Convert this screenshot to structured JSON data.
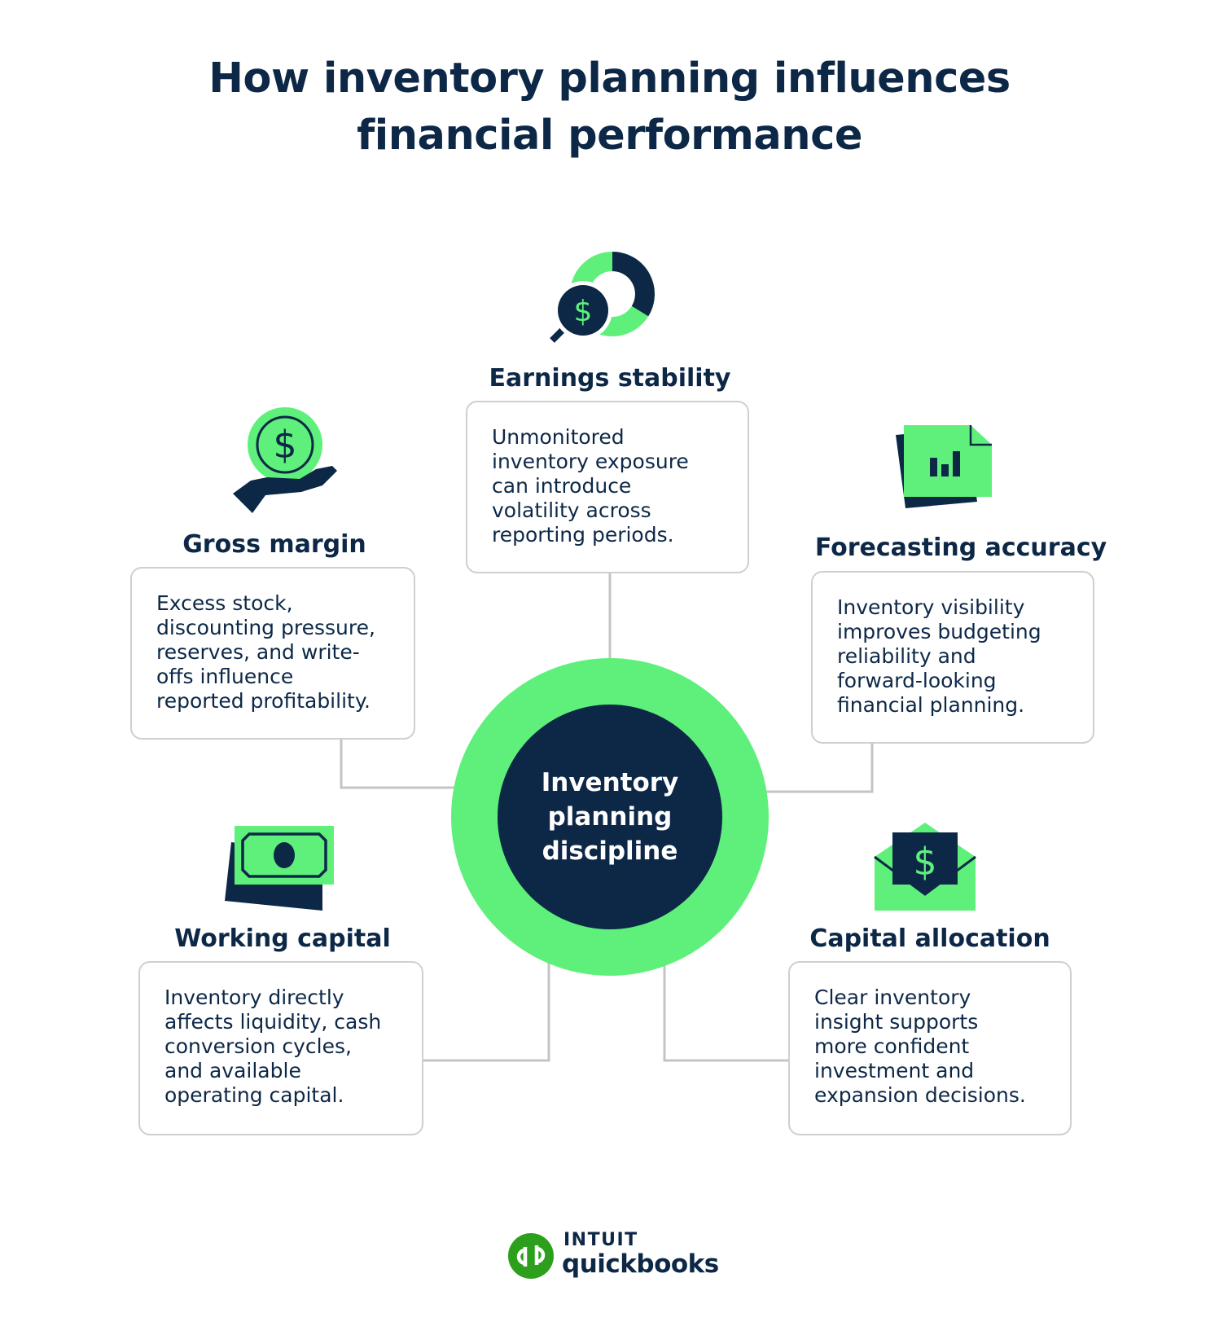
{
  "title": {
    "line1": "How inventory planning influences",
    "line2": "financial performance"
  },
  "hub": {
    "label": "Inventory\nplanning\ndiscipline"
  },
  "nodes": [
    {
      "id": "earnings-stability",
      "icon": "dollar-magnifier-donut-chart-icon",
      "title": "Earnings stability",
      "text": "Unmonitored\ninventory exposure\ncan introduce\nvolatility across\nreporting periods."
    },
    {
      "id": "gross-margin",
      "icon": "hand-holding-coin-icon",
      "title": "Gross margin",
      "text": "Excess stock,\ndiscounting pressure,\nreserves, and write-\noffs influence\nreported profitability."
    },
    {
      "id": "forecasting-accuracy",
      "icon": "bar-chart-document-icon",
      "title": "Forecasting accuracy",
      "text": "Inventory visibility\nimproves budgeting\nreliability and\nforward-looking\nfinancial planning."
    },
    {
      "id": "working-capital",
      "icon": "banknote-stack-icon",
      "title": "Working capital",
      "text": "Inventory directly\naffects liquidity, cash\nconversion cycles,\nand available\noperating capital."
    },
    {
      "id": "capital-allocation",
      "icon": "dollar-envelope-icon",
      "title": "Capital allocation",
      "text": "Clear inventory\ninsight supports\nmore confident\ninvestment and\nexpansion decisions."
    }
  ],
  "brand": {
    "top": "INTUIT",
    "bottom": "quickbooks",
    "mark_text": "qb"
  },
  "colors": {
    "navy": "#0d2847",
    "green": "#5ef07a",
    "card_border": "#cfcfcf",
    "connector": "#c4c4c4"
  }
}
